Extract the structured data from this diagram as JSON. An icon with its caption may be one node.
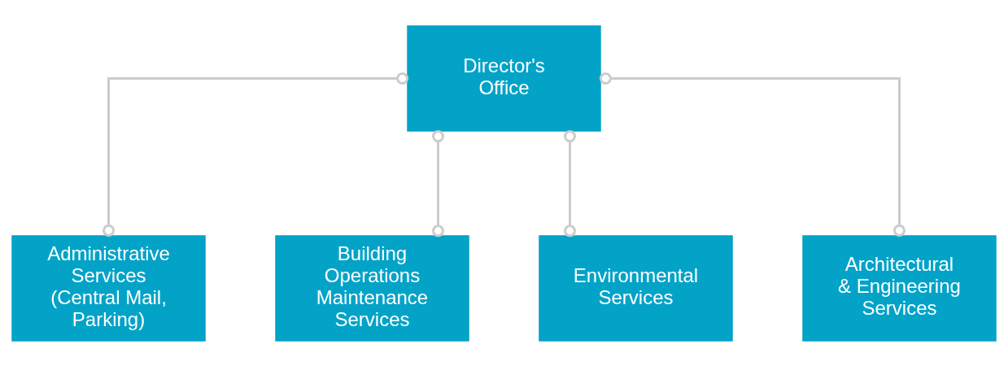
{
  "diagram": {
    "nodes": [
      {
        "text": [
          "Director's Office"
        ]
      },
      {
        "text": [
          "Administrative Services (Central Mail, Parking)"
        ]
      },
      {
        "text": [
          "Building Operations Maintenance Services"
        ]
      },
      {
        "text": [
          "Environmental Services"
        ]
      },
      {
        "text": [
          "Architectural & Engineering Services"
        ]
      }
    ],
    "edges": [
      {
        "from": 0,
        "to": 1,
        "arrow": "other"
      },
      {
        "from": 0,
        "to": 2,
        "arrow": "other"
      },
      {
        "from": 0,
        "to": 3,
        "arrow": "other"
      },
      {
        "from": 0,
        "to": 4,
        "arrow": "other"
      }
    ]
  }
}
